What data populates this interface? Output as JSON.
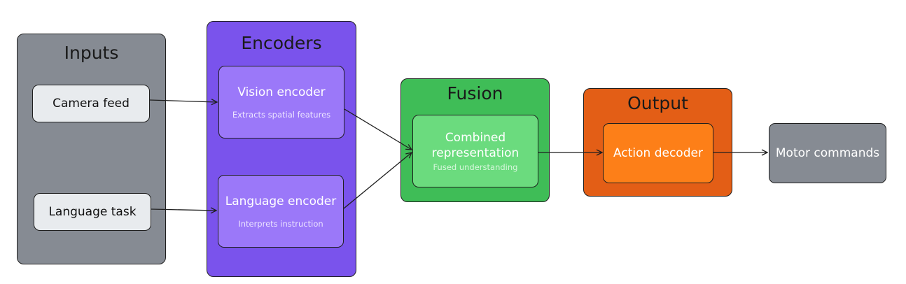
{
  "colors": {
    "inputs_group": "#868b93",
    "input_node": "#e8ebee",
    "encoders_group": "#7a53ec",
    "encoder_node": "#9b78f9",
    "fusion_group": "#3fbd57",
    "fusion_node": "#6bdb7e",
    "output_group": "#e35e16",
    "output_node": "#fd7f18",
    "motor_node": "#868b93",
    "stroke": "#1f1f1f"
  },
  "groups": {
    "inputs": {
      "title": "Inputs"
    },
    "encoders": {
      "title": "Encoders"
    },
    "fusion": {
      "title": "Fusion"
    },
    "output": {
      "title": "Output"
    }
  },
  "nodes": {
    "camera_feed": {
      "title": "Camera feed"
    },
    "language_task": {
      "title": "Language task"
    },
    "vision_encoder": {
      "title": "Vision encoder",
      "subtitle": "Extracts spatial features"
    },
    "language_encoder": {
      "title": "Language encoder",
      "subtitle": "Interprets instruction"
    },
    "combined_representation": {
      "title": "Combined representation",
      "subtitle": "Fused understanding"
    },
    "action_decoder": {
      "title": "Action decoder"
    },
    "motor_commands": {
      "title": "Motor commands"
    }
  },
  "edges": [
    {
      "from": "Camera feed",
      "to": "Vision encoder"
    },
    {
      "from": "Language task",
      "to": "Language encoder"
    },
    {
      "from": "Vision encoder",
      "to": "Combined representation"
    },
    {
      "from": "Language encoder",
      "to": "Combined representation"
    },
    {
      "from": "Combined representation",
      "to": "Action decoder"
    },
    {
      "from": "Action decoder",
      "to": "Motor commands"
    }
  ]
}
